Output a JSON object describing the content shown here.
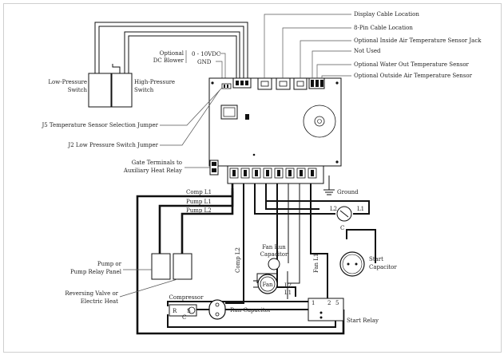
{
  "labels": {
    "display_cable": "Display Cable Location",
    "pin_cable": "8-Pin Cable Location",
    "inside_air_jack": "Optional Inside Air Temperature Sensor Jack",
    "not_used": "Not Used",
    "water_out_sensor": "Optional Water Out Temperature Sensor",
    "outside_air_sensor": "Optional Outside Air Temperature Sensor",
    "optional_dc_blower_1": "Optional",
    "optional_dc_blower_2": "DC Blower",
    "vdc": "0 - 10VDC",
    "gnd": "GND",
    "low_pressure_1": "Low-Pressure",
    "low_pressure_2": "Switch",
    "high_pressure_1": "High-Pressure",
    "high_pressure_2": "Switch",
    "j5_jumper": "J5 Temperature Sensor Selection Jumper",
    "j2_jumper": "J2 Low Pressure Switch Jumper",
    "gate_terminals_1": "Gate Terminals to",
    "gate_terminals_2": "Auxiliary Heat Relay",
    "ground": "Ground",
    "comp_l1": "Comp L1",
    "pump_l1": "Pump L1",
    "pump_l2": "Pump L2",
    "l2": "L2",
    "l1": "L1",
    "c": "C",
    "pump_relay_1": "Pump or",
    "pump_relay_2": "Pump Relay Panel",
    "reversing_valve_1": "Reversing Valve or",
    "reversing_valve_2": "Electric Heat",
    "comp_l2": "Comp L2",
    "fan_l1": "Fan L1",
    "fan_run_cap_1": "Fan Run",
    "fan_run_cap_2": "Capacitor",
    "fan": "Fan",
    "start_cap_1": "Start",
    "start_cap_2": "Capacitor",
    "compressor": "Compressor",
    "run_capacitor": "Run Capacitor",
    "start_relay": "Start Relay",
    "term_c": "C",
    "term_r": "R",
    "term_s": "S",
    "relay_1": "1",
    "relay_2": "2",
    "relay_5": "5"
  }
}
